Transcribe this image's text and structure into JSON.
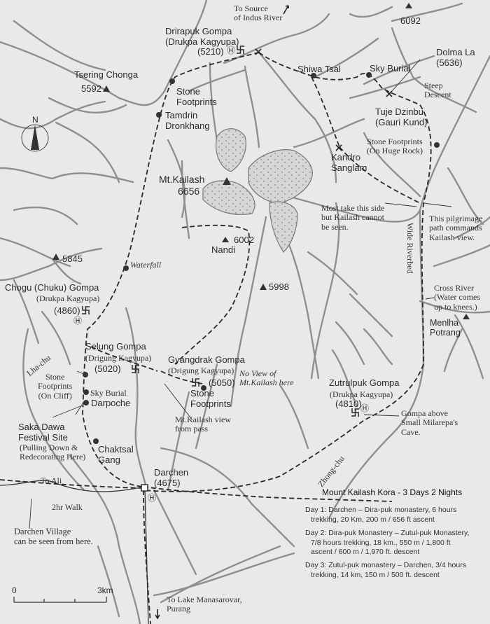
{
  "title": "Mount Kailash Kora - 3 Days 2 Nights",
  "compass": {
    "label": "N",
    "icon": "north-arrow-icon"
  },
  "scale_bar": {
    "start": "0",
    "end": "3km"
  },
  "directions": {
    "indus": [
      "To Source",
      "of Indus River"
    ],
    "ali": "To Ali",
    "manasarovar": [
      "To Lake Manasarovar,",
      "Purang"
    ]
  },
  "peaks": [
    {
      "name": "Mt.Kailash",
      "elevation": "6656"
    },
    {
      "name": "Tsering Chonga",
      "elevation": "5592"
    },
    {
      "name": "Nandi",
      "elevation": "6002"
    },
    {
      "name": "",
      "elevation": "6092"
    },
    {
      "name": "",
      "elevation": "5845"
    },
    {
      "name": "",
      "elevation": "5998"
    },
    {
      "name": "Menlha Potrang",
      "elevation": ""
    }
  ],
  "gompas": {
    "drirapuk": {
      "name": "Drirapuk Gompa",
      "sect": "(Drukpa Kagyupa)",
      "elevation": "(5210)"
    },
    "chogu": {
      "name": "Chogu (Chuku) Gompa",
      "sect": "(Drukpa Kagyupa)",
      "elevation": "(4860)"
    },
    "selung": {
      "name": "Selung Gompa",
      "sect": "(Drigung Kagyupa)",
      "elevation": "(5020)"
    },
    "gyangdrak": {
      "name": "Gyangdrak Gompa",
      "sect": "(Drigung Kagyupa)",
      "elevation": "(5050)"
    },
    "zutrulpuk": {
      "name": "Zutrulpuk Gompa",
      "sect": "(Drukpa Kagyupa)",
      "elevation": "(4810)"
    }
  },
  "places": {
    "shiwa_tsal": "Shiwa Tsal",
    "sky_burial_n": "Sky Burial",
    "dolma_la": [
      "Dolma La",
      "(5636)"
    ],
    "steep_descent": [
      "Steep",
      "Descent"
    ],
    "tuje_dzinbu": [
      "Tuje Dzinbu",
      "(Gauri Kund)"
    ],
    "stone_fp_rock": [
      "Stone Footprints",
      "(On Huge Rock)"
    ],
    "kandro_sanglam": [
      "Kandro",
      "Sanglam"
    ],
    "stone_fp_n": [
      "Stone",
      "Footprints"
    ],
    "tamdrin": [
      "Tamdrin",
      "Dronkhang"
    ],
    "waterfall": "Waterfall",
    "stone_fp_cliff": [
      "Stone",
      "Footprints",
      "(On Cliff)"
    ],
    "sky_burial_s": "Sky Burial",
    "darpoche": "Darpoche",
    "saka_dawa": [
      "Saka Dawa",
      "Festival Site"
    ],
    "saka_dawa_note": [
      "(Pulling Down &",
      "Redecorating Here)"
    ],
    "chaktsal": [
      "Chaktsal",
      "Gang"
    ],
    "darchen": [
      "Darchen",
      "(4675)"
    ],
    "stone_fp_gyangdrak": [
      "Stone",
      "Footprints"
    ],
    "lha_chu": "Lha-chu",
    "zhong_chu": "Zhong-chu",
    "wide_riverbed": "Wide Riverbed"
  },
  "notes": {
    "most_take": [
      "Most take this side",
      "but Kailash cannot",
      "be seen."
    ],
    "pilgrimage": [
      "This pilgrimage",
      "path commands",
      "Kailash view."
    ],
    "cross_river": [
      "Cross River",
      "(Water comes",
      "up to knees.)"
    ],
    "no_view": [
      "No View of",
      "Mt.Kailash here"
    ],
    "kailash_view": [
      "Mt.Kailash view",
      "from pass"
    ],
    "milarepa": [
      "Gompa above",
      "Small Milarepa's",
      "Cave."
    ],
    "two_hr": "2hr Walk",
    "darchen_village": [
      "Darchen Village",
      "can be seen from here."
    ]
  },
  "itinerary": [
    {
      "day": "Day 1: Darchen – Dira-puk monastery, 6 hours",
      "detail": [
        "trekking, 20 Km, 200 m / 656 ft ascent"
      ]
    },
    {
      "day": "Day 2: Dira-puk Monastery – Zutul-puk Monastery,",
      "detail": [
        "7/8 hours trekking, 18 km., 550 m / 1,800 ft",
        "ascent / 600 m / 1,970 ft. descent"
      ]
    },
    {
      "day": "Day 3: Zutul-puk monastery – Darchen, 3/4 hours",
      "detail": [
        "trekking, 14 km, 150 m / 500 ft. descent"
      ]
    }
  ],
  "colors": {
    "background": "#e9e9e9",
    "river": "#8f8f8f",
    "trail": "#2a2a2a",
    "glacier_fill": "#cfcfcf"
  }
}
